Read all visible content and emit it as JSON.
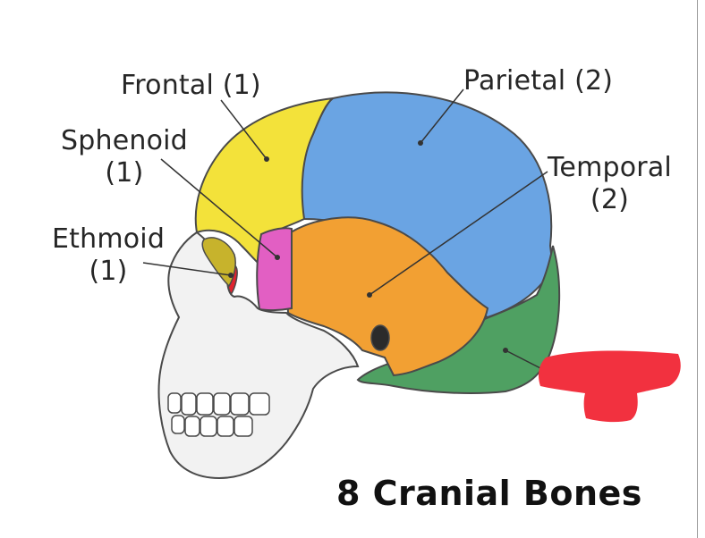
{
  "labels": {
    "frontal": "Frontal (1)",
    "parietal": "Parietal (2)",
    "sphenoid_line1": "Sphenoid",
    "sphenoid_line2": "(1)",
    "temporal_line1": "Temporal",
    "temporal_line2": "(2)",
    "ethmoid_line1": "Ethmoid",
    "ethmoid_line2": "(1)"
  },
  "caption": "8 Cranial Bones",
  "colors": {
    "frontal": "#f3e23a",
    "parietal": "#6aa4e3",
    "sphenoid": "#e25fc3",
    "temporal": "#f2a033",
    "occipital": "#4fa062",
    "ethmoid": "#e0232e",
    "face": "#f2f2f2",
    "outline": "#4a4a4a",
    "redaction": "#f2313f"
  }
}
